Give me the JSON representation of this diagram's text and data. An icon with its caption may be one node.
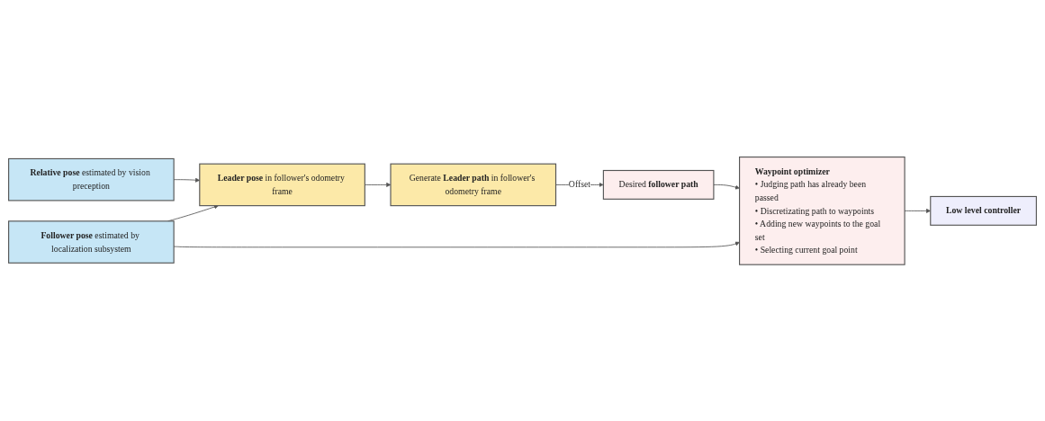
{
  "diagram": {
    "nodes": [
      {
        "text": [
          "**Relative pose** estimated by vision preception"
        ]
      },
      {
        "text": [
          "**Follower pose** estimated by localization subsystem"
        ]
      },
      {
        "text": [
          "**Leader pose** in follower's odometry frame"
        ]
      },
      {
        "text": [
          "Generate **Leader path** in follower's odometry frame"
        ]
      },
      {
        "text": [
          "Desired **follower path**"
        ]
      },
      {
        "text": [
          "Waypoint optimizer",
          "• Judging path has already been passed",
          "• Discretizating path to waypoints",
          "• Adding new waypoints to the goal set",
          "• Selecting current goal point"
        ]
      },
      {
        "text": [
          "Low level controller"
        ]
      }
    ],
    "edges": [
      {
        "from": 0,
        "to": 2,
        "arrow": "to"
      },
      {
        "from": 1,
        "to": 2,
        "arrow": "to"
      },
      {
        "from": 1,
        "to": 5,
        "arrow": "to"
      },
      {
        "from": 2,
        "to": 3,
        "arrow": "to"
      },
      {
        "from": 3,
        "to": 4,
        "arrow": "to",
        "label": "Offset"
      },
      {
        "from": 4,
        "to": 5,
        "arrow": "to"
      },
      {
        "from": 5,
        "to": 6,
        "arrow": "to"
      }
    ]
  }
}
